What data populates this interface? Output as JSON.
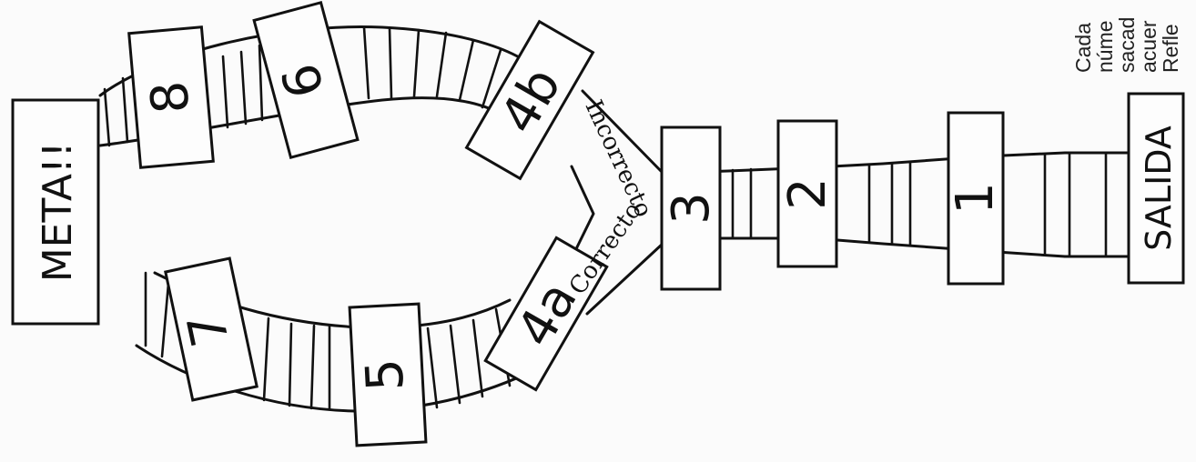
{
  "title": "",
  "labels": {
    "start": "SALIDA",
    "goal": "META!!",
    "branch_correct": "Correcto",
    "branch_incorrect": "Incorrecto"
  },
  "squares": [
    "1",
    "2",
    "3",
    "4a",
    "4b",
    "5",
    "6",
    "7",
    "8"
  ],
  "note_lines": [
    "Cada",
    "núme",
    "sacad",
    "acuer",
    "Refle"
  ]
}
